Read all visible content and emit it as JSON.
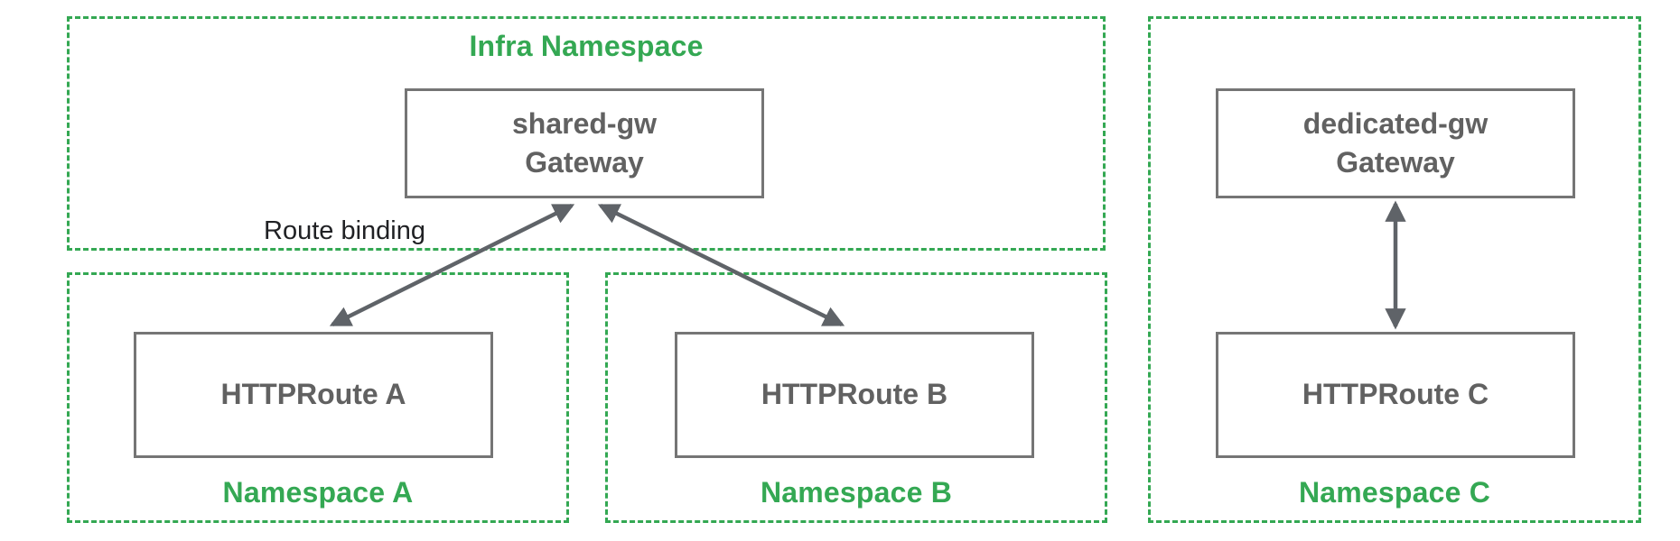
{
  "colors": {
    "green": "#34a853",
    "box_border": "#757575",
    "box_text": "#616161",
    "arrow": "#5f6368"
  },
  "infra_namespace": {
    "label": "Infra Namespace",
    "gateway_label": "shared-gw\nGateway"
  },
  "route_binding_label": "Route binding",
  "namespace_a": {
    "label": "Namespace A",
    "route_label": "HTTPRoute A"
  },
  "namespace_b": {
    "label": "Namespace B",
    "route_label": "HTTPRoute B"
  },
  "namespace_c": {
    "label": "Namespace C",
    "gateway_label": "dedicated-gw\nGateway",
    "route_label": "HTTPRoute C"
  }
}
